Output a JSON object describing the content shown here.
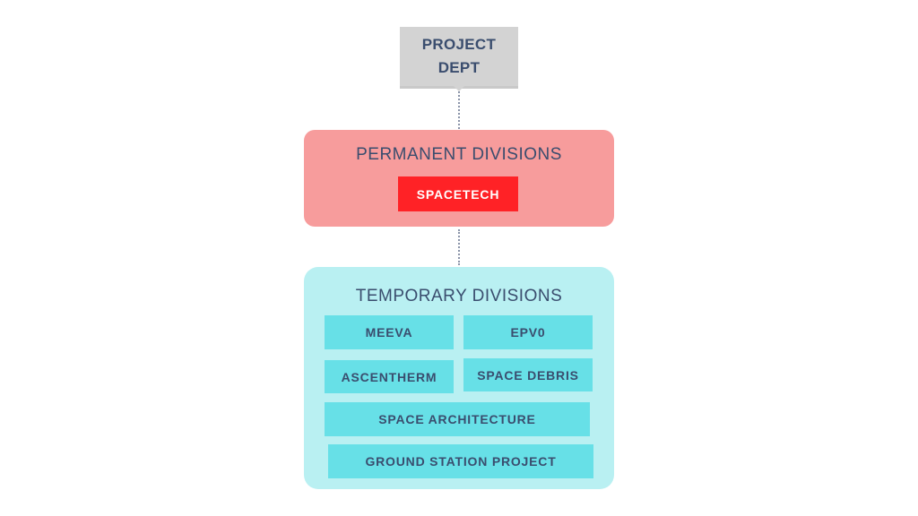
{
  "top_node": {
    "label": "PROJECT DEPT"
  },
  "permanent": {
    "title": "PERMANENT DIVISIONS",
    "items": [
      "SPACETECH"
    ]
  },
  "temporary": {
    "title": "TEMPORARY DIVISIONS",
    "items": [
      "MEEVA",
      "EPV0",
      "ASCENTHERM",
      "SPACE DEBRIS",
      "SPACE ARCHITECTURE",
      "GROUND STATION PROJECT"
    ]
  },
  "colors": {
    "text": "#3a4d6e",
    "top_node_fill": "#d3d3d3",
    "permanent_panel": "#f79c9c",
    "spacetech_fill": "#ff2226",
    "temporary_panel": "#b9f0f2",
    "temporary_item_fill": "#67e0e7",
    "connector": "#8a93a8"
  }
}
